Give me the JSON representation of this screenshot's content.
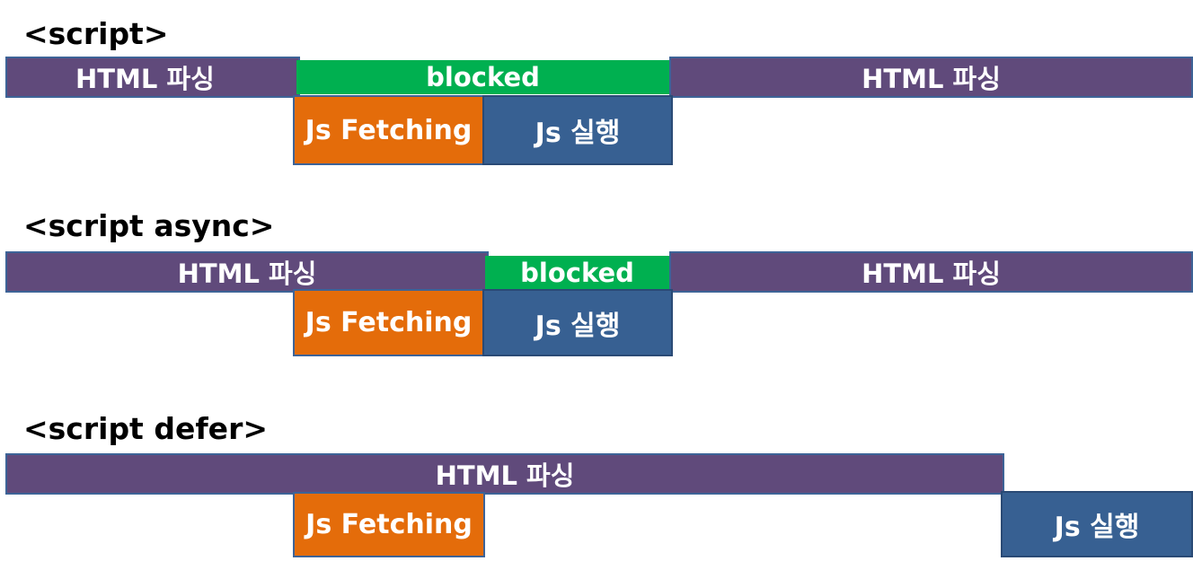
{
  "colors": {
    "html_parsing": "#604a7b",
    "blocked": "#00b050",
    "js_fetching": "#e46c0a",
    "js_execution": "#376092",
    "outline": "#3d6397"
  },
  "sections": {
    "script": {
      "heading": "<script>",
      "parse_before": "HTML 파싱",
      "blocked": "blocked",
      "parse_after": "HTML 파싱",
      "fetching": "Js Fetching",
      "execution": "Js 실행"
    },
    "async": {
      "heading": "<script async>",
      "parse_before": "HTML 파싱",
      "blocked": "blocked",
      "parse_after": "HTML 파싱",
      "fetching": "Js Fetching",
      "execution": "Js 실행"
    },
    "defer": {
      "heading": "<script defer>",
      "parse": "HTML 파싱",
      "fetching": "Js Fetching",
      "execution": "Js 실행"
    }
  }
}
